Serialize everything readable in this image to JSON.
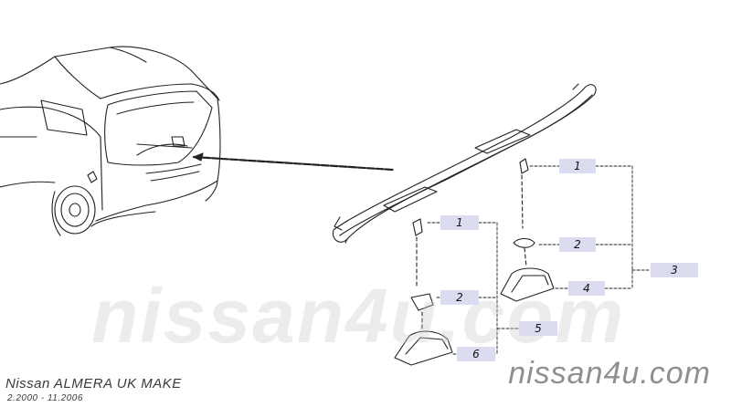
{
  "diagram": {
    "callouts": [
      {
        "id": "c1a",
        "label": "1"
      },
      {
        "id": "c2a",
        "label": "2"
      },
      {
        "id": "c3",
        "label": "3"
      },
      {
        "id": "c4",
        "label": "4"
      },
      {
        "id": "c1b",
        "label": "1"
      },
      {
        "id": "c2b",
        "label": "2"
      },
      {
        "id": "c5",
        "label": "5"
      },
      {
        "id": "c6",
        "label": "6"
      }
    ]
  },
  "footer": {
    "model": "Nissan ALMERA UK MAKE",
    "dates": "2.2000 - 11.2006",
    "watermark": "nissan4u.com"
  },
  "colors": {
    "callout_bg": "#dcdcf0",
    "line": "#222222",
    "watermark": "#8f8f8f"
  }
}
